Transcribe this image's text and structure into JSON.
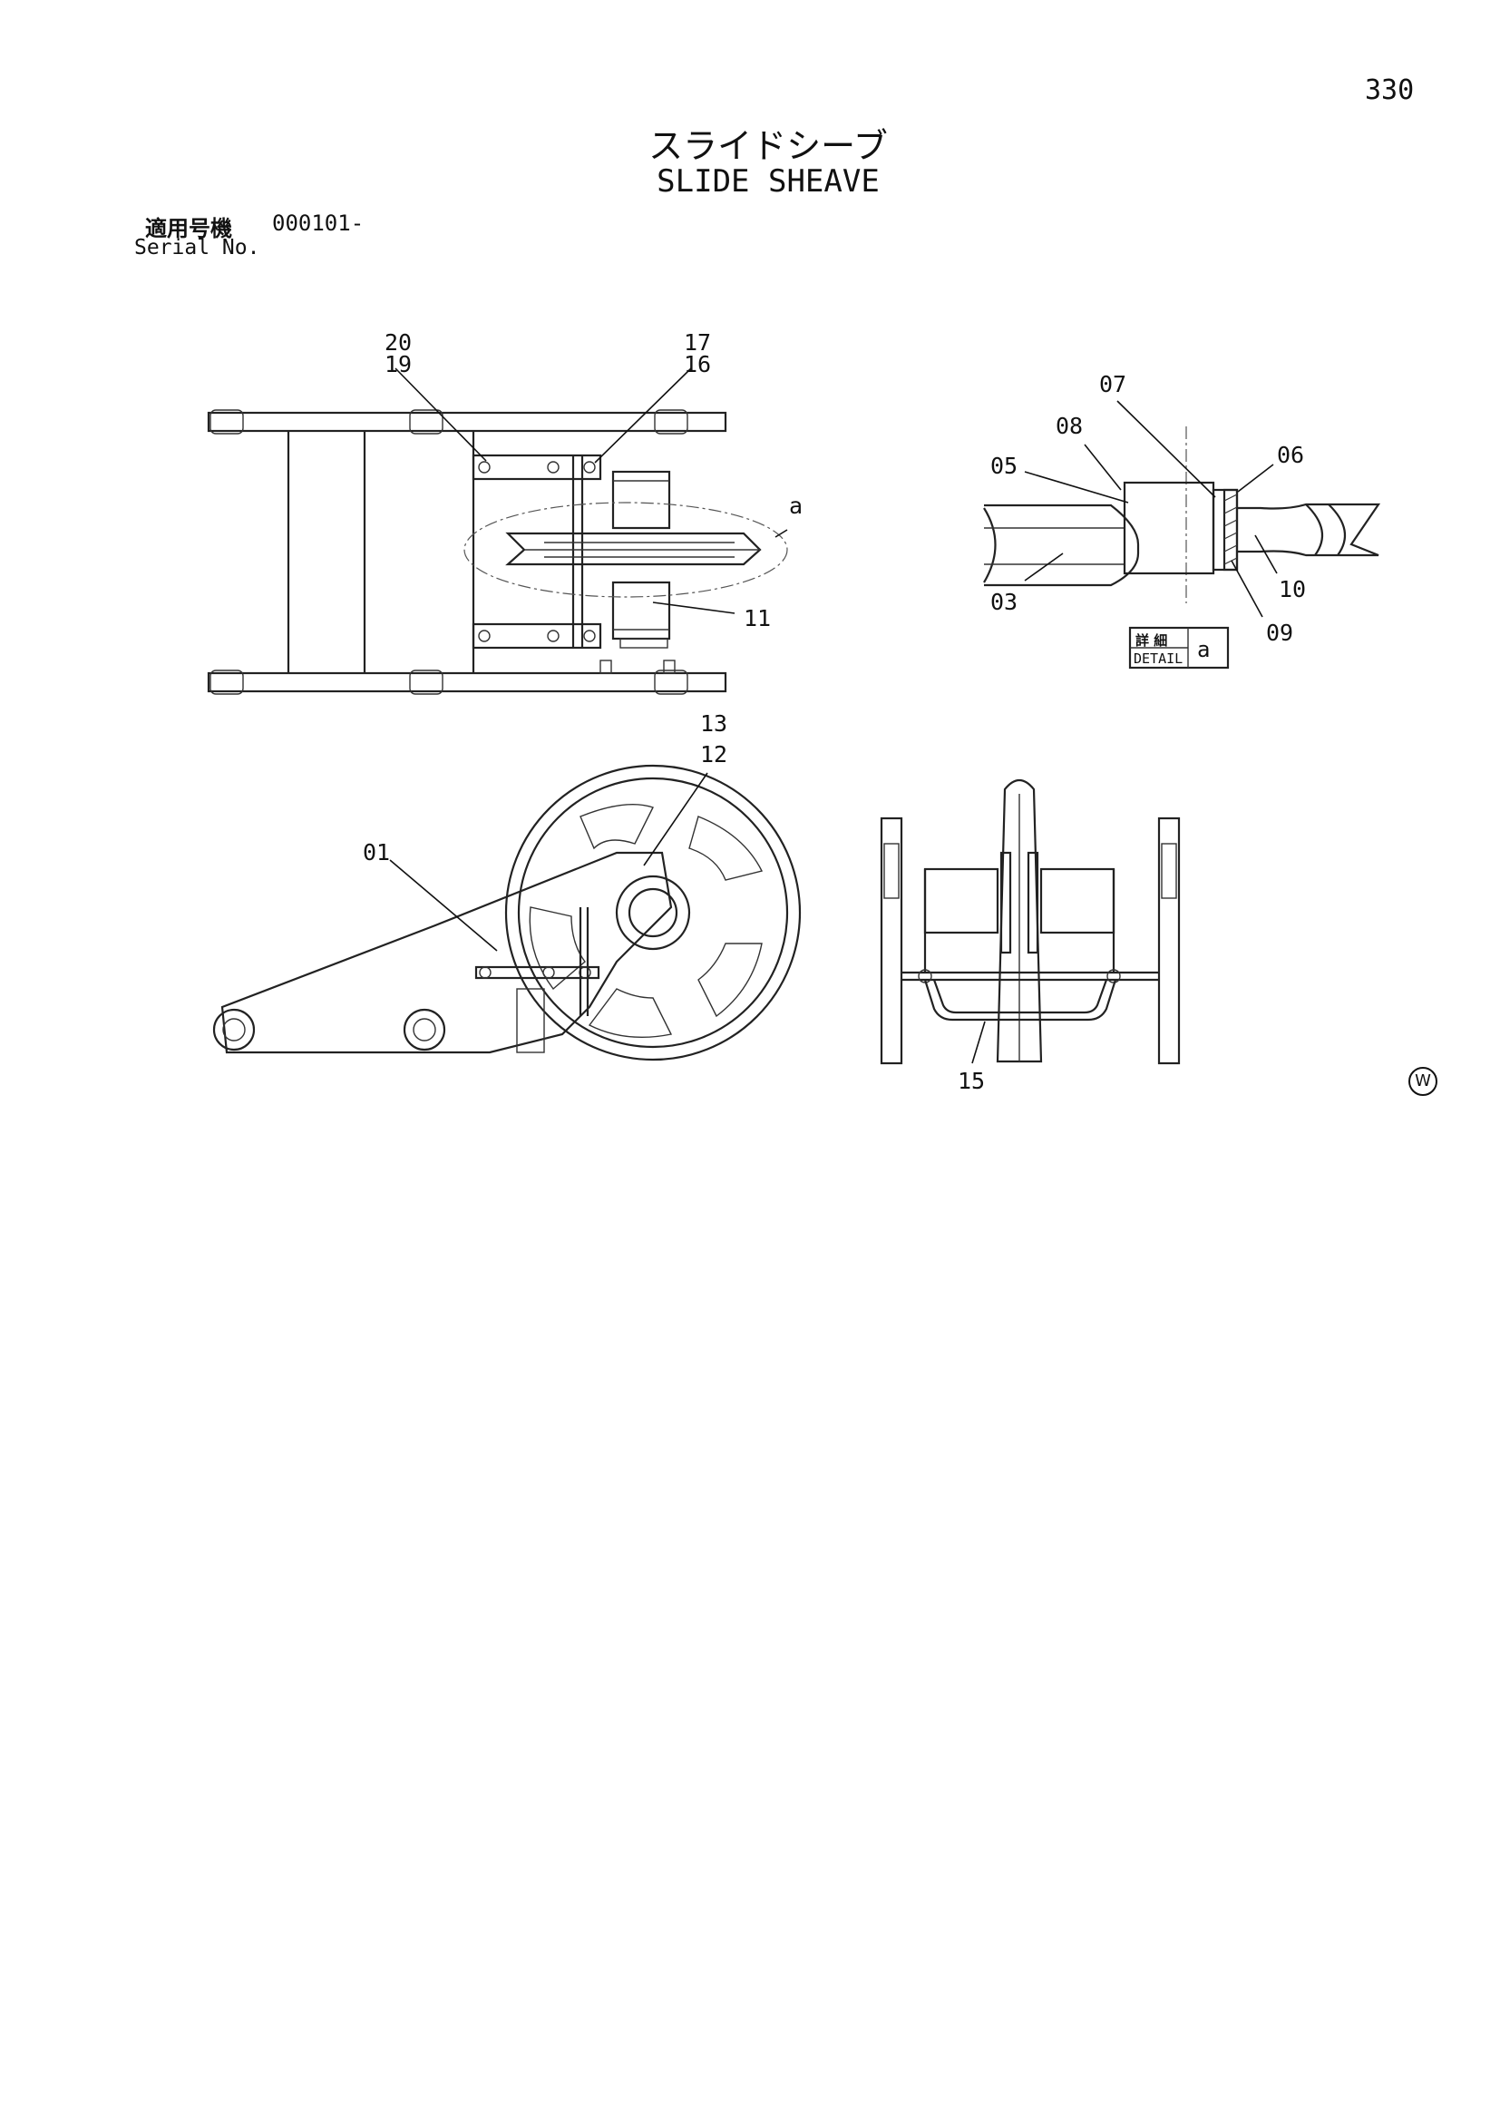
{
  "page": {
    "number": "330",
    "title_jp": "スライドシーブ",
    "title_en": "SLIDE SHEAVE",
    "serial_label_jp": "適用号機",
    "serial_value": "000101-",
    "serial_label_en": "Serial No.",
    "watermark": "W"
  },
  "detail_box": {
    "label_jp": "詳 細",
    "label_en": "DETAIL",
    "ref": "a"
  },
  "callouts": {
    "p20": "20",
    "p19": "19",
    "p17": "17",
    "p16": "16",
    "p11": "11",
    "detail_ref": "a",
    "p07": "07",
    "p08": "08",
    "p05": "05",
    "p06": "06",
    "p03": "03",
    "p10": "10",
    "p09": "09",
    "p13": "13",
    "p12": "12",
    "p01": "01",
    "p15": "15"
  }
}
